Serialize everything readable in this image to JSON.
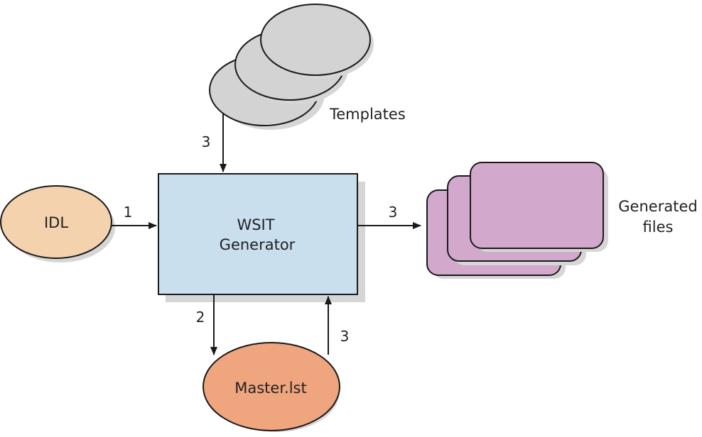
{
  "nodes": {
    "idl": {
      "label": "IDL"
    },
    "generator": {
      "line1": "WSIT",
      "line2": "Generator"
    },
    "master": {
      "label": "Master.lst"
    },
    "templates": {
      "label": "Templates"
    },
    "generated": {
      "line1": "Generated",
      "line2": "files"
    }
  },
  "edges": {
    "idl_to_generator": "1",
    "templates_to_generator": "3",
    "generator_to_files": "3",
    "generator_to_master": "2",
    "master_to_generator": "3"
  },
  "colors": {
    "idl_fill": "#f3d2ad",
    "generator_fill": "#c9dfee",
    "master_fill": "#efa57e",
    "templates_fill": "#d3d3d3",
    "files_fill": "#d2a8cd",
    "shadow": "#d6d6d6",
    "stroke": "#1a1a1a"
  }
}
